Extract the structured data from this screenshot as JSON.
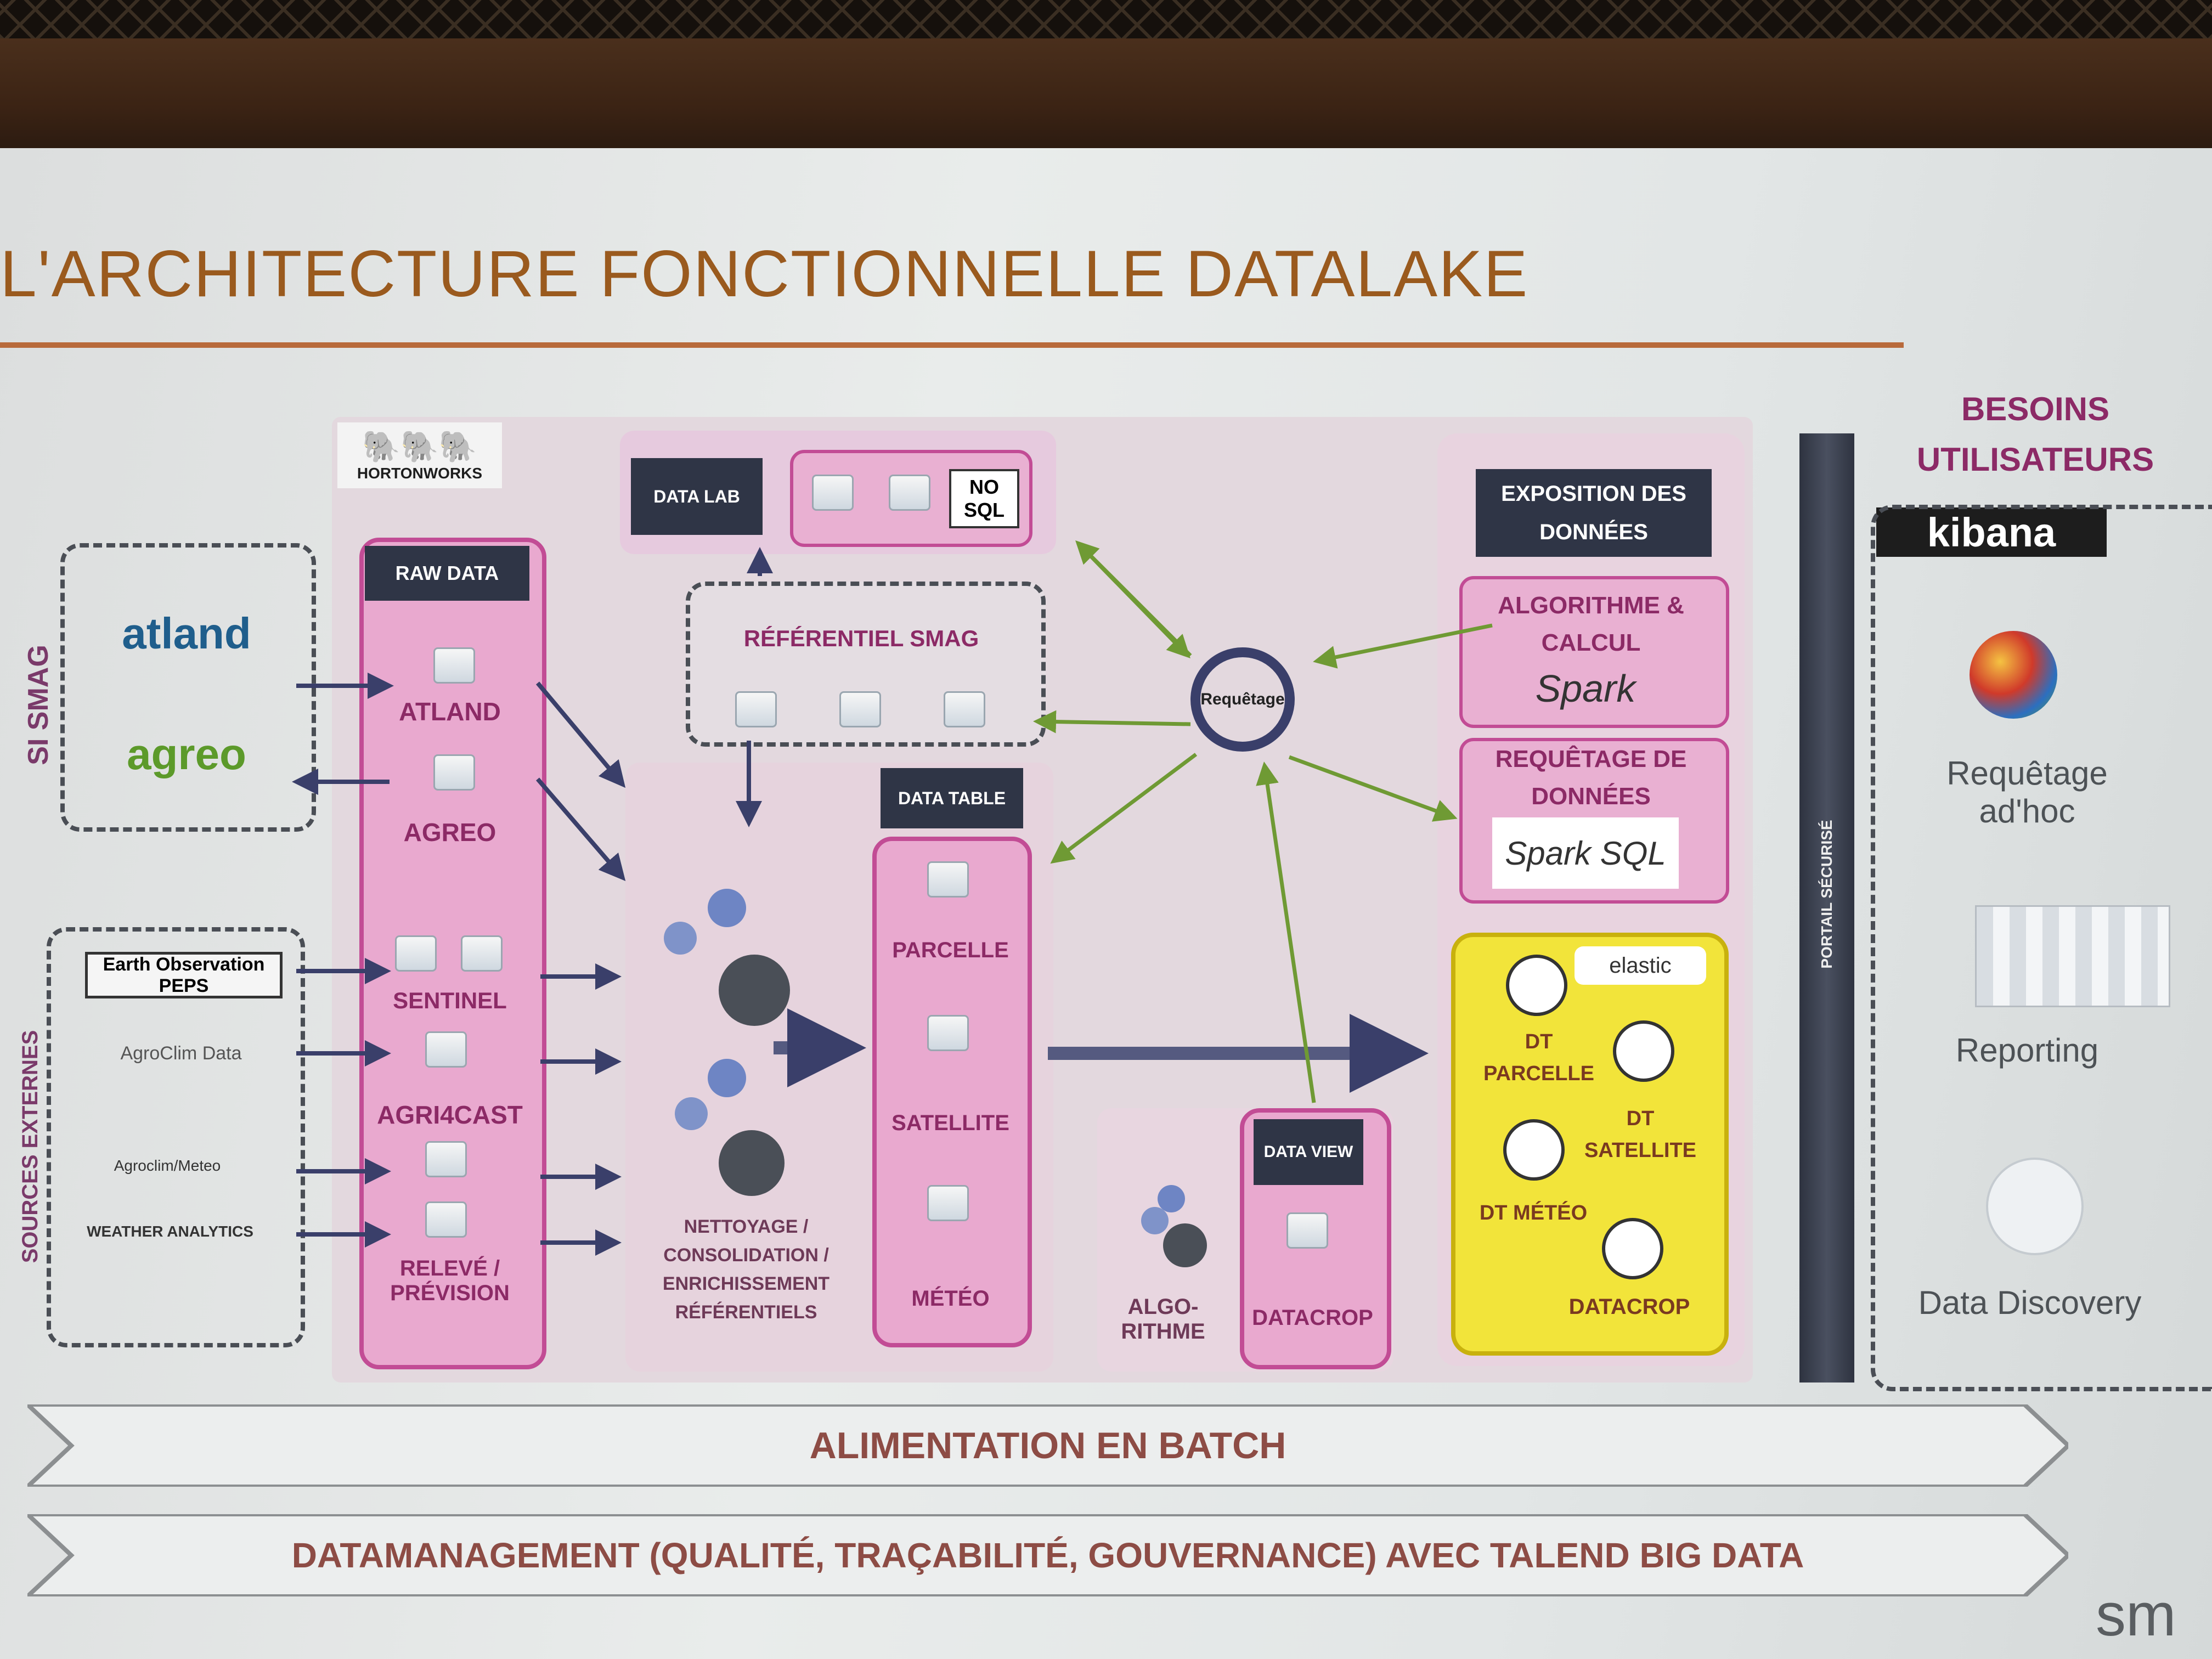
{
  "slide": {
    "title": "L'ARCHITECTURE FONCTIONNELLE DATALAKE"
  },
  "vendor_logo": "HORTONWORKS",
  "si_smag": {
    "label": "SI SMAG",
    "apps": [
      "atland",
      "agreo"
    ]
  },
  "sources": {
    "label": "SOURCES EXTERNES",
    "items": [
      "Earth Observation PEPS",
      "AgroClim Data",
      "Agroclim/Meteo",
      "WEATHER ANALYTICS"
    ]
  },
  "raw_data": {
    "header": "RAW DATA",
    "items": [
      "ATLAND",
      "AGREO",
      "SENTINEL",
      "AGRI4CAST",
      "RELEVÉ / PRÉVISION"
    ]
  },
  "data_lab": {
    "header": "DATA LAB",
    "nosql": "NO SQL"
  },
  "referentiel": "RÉFÉRENTIEL SMAG",
  "processing_label": "NETTOYAGE / CONSOLIDATION / ENRICHISSEMENT RÉFÉRENTIELS",
  "data_table": {
    "header": "DATA TABLE",
    "items": [
      "PARCELLE",
      "SATELLITE",
      "MÉTÉO"
    ]
  },
  "algo_label": "ALGO-RITHME",
  "data_view": {
    "header": "DATA VIEW",
    "item": "DATACROP"
  },
  "requetage": "Requêtage",
  "exposition": {
    "header": "EXPOSITION DES DONNÉES",
    "algo": "ALGORITHME & CALCUL",
    "spark": "Spark",
    "requete": "REQUÊTAGE DE DONNÉES",
    "spark_sql": "Spark SQL"
  },
  "elastic": {
    "logo": "elastic",
    "items": [
      "DT PARCELLE",
      "DT SATELLITE",
      "DT MÉTÉO",
      "DATACROP"
    ]
  },
  "portal": "PORTAIL SÉCURISÉ",
  "users": {
    "header": "BESOINS UTILISATEURS",
    "kibana": "kibana",
    "items": [
      "Requêtage ad'hoc",
      "Reporting",
      "Data Discovery"
    ]
  },
  "bands": [
    "ALIMENTATION EN BATCH",
    "DATAMANAGEMENT (QUALITÉ, TRAÇABILITÉ, GOUVERNANCE) AVEC TALEND BIG DATA"
  ],
  "footer_logo": "sm",
  "colors": {
    "title": "#9a5a1e",
    "pink": "#e9a9cf",
    "magenta": "#c24c95",
    "yellow": "#f2e43a",
    "navy": "#2f3546",
    "green_arrow": "#6f9a34"
  }
}
